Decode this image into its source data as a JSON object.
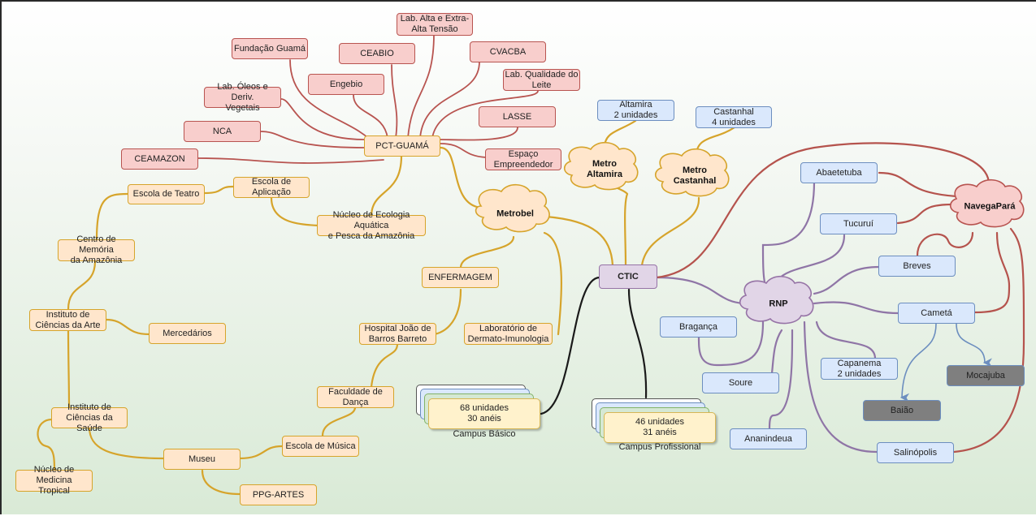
{
  "diagram": {
    "central": "CTIC",
    "pct": {
      "hub": "PCT-GUAMÁ",
      "items": [
        "Fundação Guamá",
        "CEABIO",
        "Lab. Alta e Extra-\nAlta Tensão",
        "CVACBA",
        "Engebio",
        "Lab. Qualidade do\nLeite",
        "Lab. Óleos e Deriv.\nVegetais",
        "LASSE",
        "NCA",
        "CEAMAZON",
        "Espaço\nEmpreendedor"
      ]
    },
    "clouds": {
      "metrobel": "Metrobel",
      "metro_altamira": "Metro\nAltamira",
      "metro_castanhal": "Metro\nCastanhal",
      "rnp": "RNP",
      "navegapara": "NavegaPará"
    },
    "metro_units": {
      "altamira": "Altamira\n2 unidades",
      "castanhal": "Castanhal\n4 unidades"
    },
    "metrobel_nodes": {
      "escola_aplicacao": "Escola de\nAplicação",
      "escola_teatro": "Escola de Teatro",
      "nucleo_ecologia": "Núcleo de Ecologia Aquática\ne Pesca da Amazônia",
      "centro_memoria": "Centro de Memória\nda Amazônia",
      "instituto_arte": "Instituto de\nCiências da Arte",
      "mercedarios": "Mercedários",
      "enfermagem": "ENFERMAGEM",
      "hospital": "Hospital João de\nBarros Barreto",
      "laboratorio": "Laboratório de\nDermato-Imunologia",
      "faculdade_danca": "Faculdade de\nDança",
      "instituto_saude": "Instituto de\nCiências da Saúde",
      "nucleo_medicina": "Núcleo de Medicina\nTropical",
      "museu": "Museu",
      "escola_musica": "Escola de Música",
      "ppg_artes": "PPG-ARTES"
    },
    "campus": {
      "basico": {
        "text": "68 unidades\n30 anéis",
        "label": "Campus Básico"
      },
      "profissional": {
        "text": "46 unidades\n31 anéis",
        "label": "Campus Profissional"
      }
    },
    "cities": {
      "abaetetuba": "Abaetetuba",
      "tucurui": "Tucuruí",
      "breves": "Breves",
      "cameta": "Cametá",
      "braganca": "Bragança",
      "capanema": "Capanema\n2 unidades",
      "soure": "Soure",
      "ananindeua": "Ananindeua",
      "salinopolis": "Salinópolis",
      "baiao": "Baião",
      "mocajuba": "Mocajuba"
    },
    "colors": {
      "red_edge": "#b85450",
      "orange_edge": "#d6a42b",
      "purple_edge": "#8f75a6",
      "black_edge": "#1a1a1a",
      "blue_edge": "#6c8ebf",
      "navega_edge": "#b5534d"
    }
  }
}
